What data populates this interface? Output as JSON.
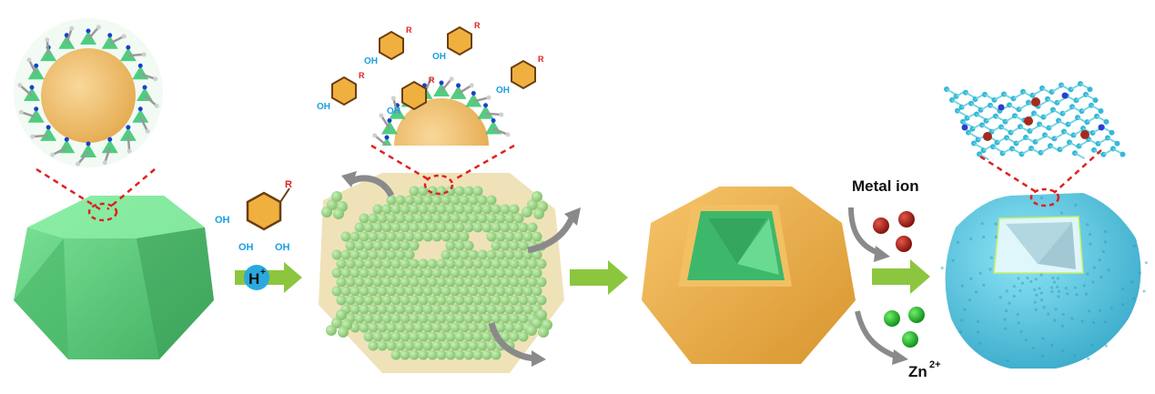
{
  "colors": {
    "zif_green": "#5fd27f",
    "zif_green_dark": "#3fae5f",
    "core_orange": "#f1b552",
    "arrow_green": "#8cc63f",
    "proton_blue": "#2aa9e0",
    "metal_red": "#a61e14",
    "zn_green": "#1fba2a",
    "final_cyan": "#5ad0ea",
    "dash_red": "#e02020",
    "oh_blue": "#1aa0e0",
    "r_red": "#e02020"
  },
  "reagent": {
    "r_label": "R",
    "oh_label": "OH",
    "proton_label": "H",
    "proton_charge": "+"
  },
  "labels": {
    "metal_ion": "Metal ion",
    "zn": "Zn",
    "zn_charge": "2+"
  },
  "icons": [
    "dashed-zoom-lines",
    "curved-arrow",
    "right-arrow"
  ]
}
